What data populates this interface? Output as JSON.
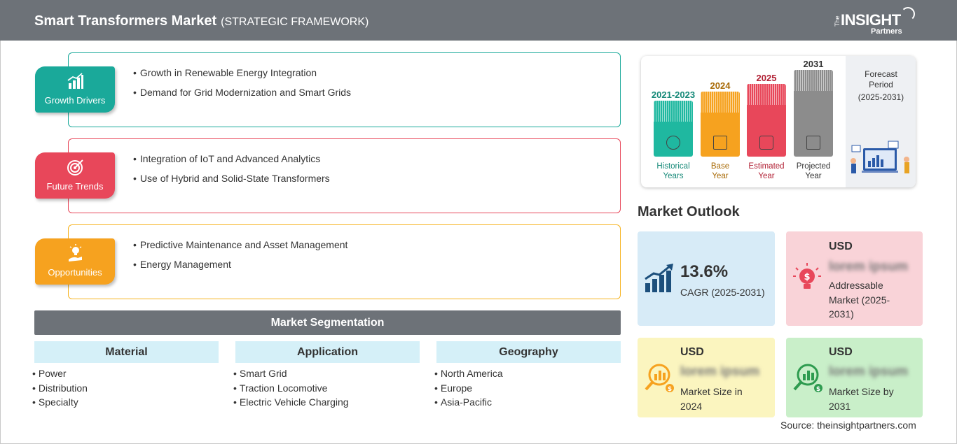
{
  "header": {
    "title": "Smart Transformers Market",
    "subtitle": "(STRATEGIC FRAMEWORK)",
    "logo_the": "The",
    "logo_insight": "INSIGHT",
    "logo_partners": "Partners"
  },
  "colors": {
    "header_bg": "#6d7278",
    "growth": "#1aa99a",
    "trends": "#e8475a",
    "opportunities": "#f6a21f",
    "segment_head_bg": "#d5f0f8"
  },
  "factors": [
    {
      "label": "Growth Drivers",
      "icon": "growth-chart-icon",
      "items": [
        "Growth in Renewable Energy Integration",
        "Demand for Grid Modernization and Smart Grids"
      ]
    },
    {
      "label": "Future Trends",
      "icon": "target-icon",
      "items": [
        "Integration of IoT and Advanced Analytics",
        "Use of Hybrid and Solid-State Transformers"
      ]
    },
    {
      "label": "Opportunities",
      "icon": "lightbulb-hand-icon",
      "items": [
        "Predictive Maintenance and Asset Management",
        "Energy Management"
      ]
    }
  ],
  "segmentation": {
    "title": "Market Segmentation",
    "columns": [
      {
        "head": "Material",
        "items": [
          "Power",
          "Distribution",
          "Specialty"
        ]
      },
      {
        "head": "Application",
        "items": [
          "Smart Grid",
          "Traction Locomotive",
          "Electric Vehicle Charging"
        ]
      },
      {
        "head": "Geography",
        "items": [
          "North America",
          "Europe",
          "Asia-Pacific"
        ]
      }
    ]
  },
  "timeline": {
    "bars": [
      {
        "year": "2021-2023",
        "caption": "Historical Years",
        "color": "#1fb8a0",
        "year_color": "#178a79",
        "icon": "history-icon"
      },
      {
        "year": "2024",
        "caption": "Base Year",
        "color": "#f6a21f",
        "year_color": "#a86a06",
        "icon": "calendar-icon"
      },
      {
        "year": "2025",
        "caption": "Estimated Year",
        "color": "#e8475a",
        "year_color": "#b11f33",
        "icon": "estimate-icon"
      },
      {
        "year": "2031",
        "caption": "Projected Year",
        "color": "#8c8c8c",
        "year_color": "#333333",
        "icon": "projection-icon"
      }
    ],
    "forecast_title": "Forecast Period",
    "forecast_period": "(2025-2031)"
  },
  "outlook": {
    "title": "Market Outlook",
    "cagr": {
      "value": "13.6%",
      "label": "CAGR (2025-2031)",
      "bg": "#d7ebf7",
      "icon": "rising-bars-icon"
    },
    "addressable": {
      "usd": "USD",
      "value": "lorem ipsum",
      "label": "Addressable Market (2025-2031)",
      "bg": "#f9d3d8",
      "icon": "money-bulb-icon"
    },
    "size_2024": {
      "usd": "USD",
      "value": "lorem ipsum",
      "label": "Market Size in 2024",
      "bg": "#fbf5bf",
      "icon": "magnifier-chart-icon"
    },
    "size_2031": {
      "usd": "USD",
      "value": "lorem ipsum",
      "label": "Market Size by 2031",
      "bg": "#c9efc9",
      "icon": "magnifier-chart-icon"
    }
  },
  "source": "Source: theinsightpartners.com"
}
